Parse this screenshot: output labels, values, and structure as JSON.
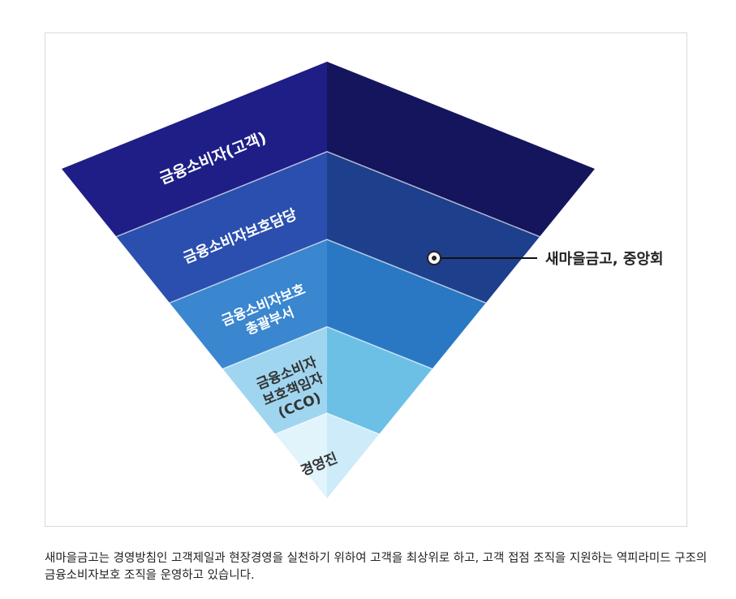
{
  "diagram": {
    "layers": [
      {
        "lines": [
          "금융소비자(고객)"
        ],
        "left_color": "#1e1e86",
        "right_color": "#15155e",
        "text_color": "#ffffff"
      },
      {
        "lines": [
          "금융소비자보호담당"
        ],
        "left_color": "#2a4fae",
        "right_color": "#1d3f8c",
        "text_color": "#ffffff"
      },
      {
        "lines": [
          "금융소비자보호",
          "총괄부서"
        ],
        "left_color": "#3a86cf",
        "right_color": "#2a78c4",
        "text_color": "#ffffff"
      },
      {
        "lines": [
          "금융소비자",
          "보호책임자",
          "(CCO)"
        ],
        "left_color": "#9fd5ef",
        "right_color": "#6cc0e6",
        "text_color": "#333333"
      },
      {
        "lines": [
          "경영진"
        ],
        "left_color": "#e1f3fb",
        "right_color": "#cdebf8",
        "text_color": "#333333"
      }
    ],
    "callout": "새마을금고, 중앙회"
  },
  "caption": "새마을금고는 경영방침인 고객제일과 현장경영을 실천하기 위하여 고객을 최상위로 하고, 고객 접점 조직을 지원하는 역피라미드 구조의 금융소비자보호 조직을 운영하고 있습니다."
}
